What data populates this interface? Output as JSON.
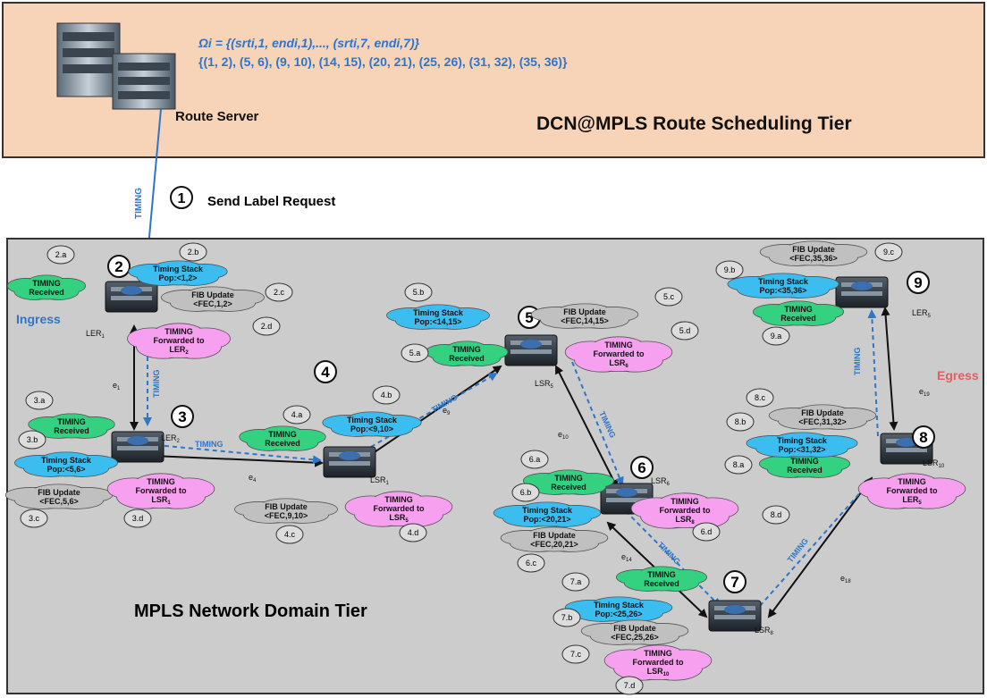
{
  "top_tier": {
    "formula_line": "Ωi = {(srti,1, endi,1),..., (srti,7, endi,7)}",
    "intervals_line": "{(1, 2), (5, 6), (9, 10), (14, 15), (20, 21), (25, 26), (31, 32), (35, 36)}",
    "route_server_label": "Route Server",
    "tier_title": "DCN@MPLS Route Scheduling Tier",
    "colors": {
      "tier_fill": "#f7d3b7",
      "accent_blue": "#2f75c8"
    }
  },
  "request": {
    "step_number": "1",
    "label": "Send Label Request",
    "link_label": "TIMING"
  },
  "domain": {
    "title": "MPLS Network Domain Tier",
    "ingress": "Ingress",
    "egress": "Egress",
    "colors": {
      "domain_fill": "#cccccc",
      "received": "#33d180",
      "stack": "#3bbdf0",
      "fib": "#c0c0c0",
      "forwarded": "#f7a0f0",
      "egress": "#e06060"
    }
  },
  "nodes": [
    {
      "id": "n2",
      "step": "2",
      "device": "LER",
      "sub": "1",
      "received": [
        "TIMING",
        "Received"
      ],
      "stack": [
        "Timing Stack",
        "Pop:<1,2>"
      ],
      "fib": [
        "FIB Update",
        "<FEC,1,2>"
      ],
      "forward": [
        "TIMING",
        "Forwarded to",
        "LER",
        "2"
      ],
      "tags": [
        "2.a",
        "2.b",
        "2.c",
        "2.d"
      ]
    },
    {
      "id": "n3",
      "step": "3",
      "device": "LER",
      "sub": "2",
      "received": [
        "TIMING",
        "Received"
      ],
      "stack": [
        "Timing Stack",
        "Pop:<5,6>"
      ],
      "fib": [
        "FIB Update",
        "<FEC,5,6>"
      ],
      "forward": [
        "TIMING",
        "Forwarded to",
        "LSR",
        "1"
      ],
      "tags": [
        "3.a",
        "3.b",
        "3.c",
        "3.d"
      ]
    },
    {
      "id": "n4",
      "step": "4",
      "device": "LSR",
      "sub": "1",
      "received": [
        "TIMING",
        "Received"
      ],
      "stack": [
        "Timing Stack",
        "Pop:<9,10>"
      ],
      "fib": [
        "FIB Update",
        "<FEC,9,10>"
      ],
      "forward": [
        "TIMING",
        "Forwarded to",
        "LSR",
        "5"
      ],
      "tags": [
        "4.a",
        "4.b",
        "4.c",
        "4.d"
      ]
    },
    {
      "id": "n5",
      "step": "5",
      "device": "LSR",
      "sub": "5",
      "received": [
        "TIMING",
        "Received"
      ],
      "stack": [
        "Timing Stack",
        "Pop:<14,15>"
      ],
      "fib": [
        "FIB Update",
        "<FEC,14,15>"
      ],
      "forward": [
        "TIMING",
        "Forwarded to",
        "LSR",
        "6"
      ],
      "tags": [
        "5.a",
        "5.b",
        "5.c",
        "5.d"
      ]
    },
    {
      "id": "n6",
      "step": "6",
      "device": "LSR",
      "sub": "6",
      "received": [
        "TIMING",
        "Received"
      ],
      "stack": [
        "Timing Stack",
        "Pop:<20,21>"
      ],
      "fib": [
        "FIB Update",
        "<FEC,20,21>"
      ],
      "forward": [
        "TIMING",
        "Forwarded to",
        "LSR",
        "8"
      ],
      "tags": [
        "6.a",
        "6.b",
        "6.c",
        "6.d"
      ]
    },
    {
      "id": "n7",
      "step": "7",
      "device": "LSR",
      "sub": "8",
      "received": [
        "TIMING",
        "Received"
      ],
      "stack": [
        "Timing Stack",
        "Pop:<25,26>"
      ],
      "fib": [
        "FIB Update",
        "<FEC,25,26>"
      ],
      "forward": [
        "TIMING",
        "Forwarded to",
        "LSR",
        "10"
      ],
      "tags": [
        "7.a",
        "7.b",
        "7.c",
        "7.d"
      ]
    },
    {
      "id": "n8",
      "step": "8",
      "device": "LSR",
      "sub": "10",
      "received": [
        "TIMING",
        "Received"
      ],
      "stack": [
        "Timing Stack",
        "Pop:<31,32>"
      ],
      "fib": [
        "FIB Update",
        "<FEC,31,32>"
      ],
      "forward": [
        "TIMING",
        "Forwarded to",
        "LER",
        "5"
      ],
      "tags": [
        "8.a",
        "8.b",
        "8.c",
        "8.d"
      ]
    },
    {
      "id": "n9",
      "step": "9",
      "device": "LER",
      "sub": "5",
      "received": [
        "TIMING",
        "Received"
      ],
      "stack": [
        "Timing Stack",
        "Pop:<35,36>"
      ],
      "fib": [
        "FIB Update",
        "<FEC,35,36>"
      ],
      "tags": [
        "9.a",
        "9.b",
        "9.c"
      ]
    }
  ],
  "edges": [
    {
      "name": "e",
      "sub": "1"
    },
    {
      "name": "e",
      "sub": "4"
    },
    {
      "name": "e",
      "sub": "9"
    },
    {
      "name": "e",
      "sub": "10"
    },
    {
      "name": "e",
      "sub": "14"
    },
    {
      "name": "e",
      "sub": "18"
    },
    {
      "name": "e",
      "sub": "19"
    }
  ],
  "timing_link_label": "TIMING"
}
